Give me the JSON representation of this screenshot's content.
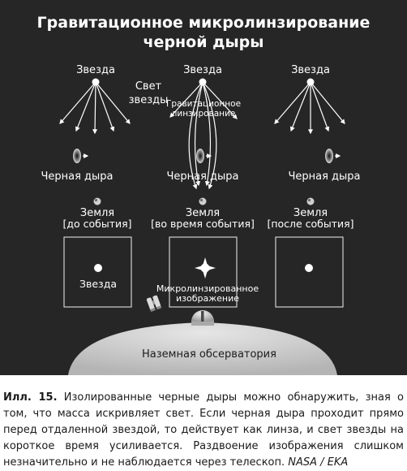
{
  "title_line1": "Гравитационное микролинзирование",
  "title_line2": "черной дыры",
  "star_label": "Звезда",
  "black_hole_label": "Черная дыра",
  "earth_label": "Земля",
  "light_label_line1": "Свет",
  "light_label_line2": "звезды",
  "lensing_label_line1": "Гравитационное",
  "lensing_label_line2": "линзирование",
  "panels": [
    {
      "phase": "[до события]",
      "box_label": "Звезда"
    },
    {
      "phase": "[во время события]",
      "box_label_line1": "Микролинзированное",
      "box_label_line2": "изображение"
    },
    {
      "phase": "[после события]"
    }
  ],
  "observatory_label": "Наземная обсерватория",
  "caption": {
    "lead": "Илл. 15.",
    "text": "Изолированные черные дыры можно обнаружить, зная о том, что масса искривляет свет. Если черная дыра проходит прямо перед отдаленной звездой, то действует как линза, и свет звезды на короткое время усиливается. Раздвоение изображения слишком незначительно и не наблюдается через телескоп.",
    "credit": "NASA / EKA"
  }
}
